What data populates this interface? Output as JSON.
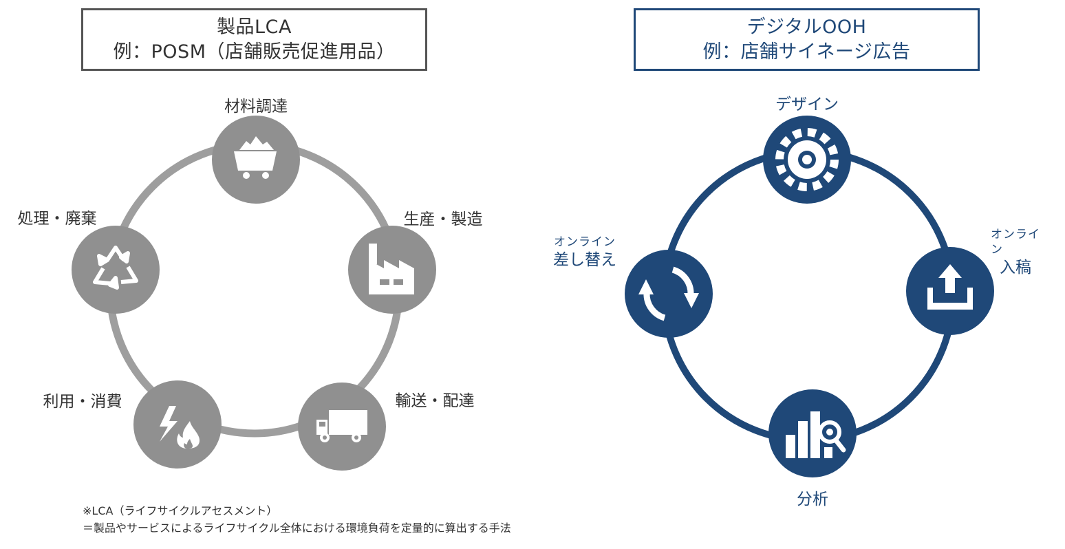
{
  "left": {
    "title_line1": "製品LCA",
    "title_line2": "例：POSM（店舗販売促進用品）",
    "stages": [
      {
        "label": "材料調達",
        "icon": "mine-cart-icon"
      },
      {
        "label": "生産・製造",
        "icon": "factory-icon"
      },
      {
        "label": "輸送・配達",
        "icon": "truck-icon"
      },
      {
        "label": "利用・消費",
        "icon": "energy-fire-icon"
      },
      {
        "label": "処理・廃棄",
        "icon": "recycle-icon"
      }
    ],
    "colors": {
      "ring": "#9e9e9e",
      "node": "#909090",
      "icon": "#ffffff"
    }
  },
  "right": {
    "title_line1": "デジタルOOH",
    "title_line2": "例：店舗サイネージ広告",
    "stages": [
      {
        "label": "デザイン",
        "icon": "gear-icon"
      },
      {
        "label_small": "オンライン",
        "label": "入稿",
        "icon": "upload-icon"
      },
      {
        "label": "分析",
        "icon": "analytics-icon"
      },
      {
        "label_small": "オンライン",
        "label": "差し替え",
        "icon": "refresh-icon"
      }
    ],
    "colors": {
      "ring": "#1f4878",
      "node": "#1f4878",
      "icon": "#ffffff"
    }
  },
  "footnote": {
    "line1": "※LCA（ライフサイクルアセスメント）",
    "line2": "＝製品やサービスによるライフサイクル全体における環境負荷を定量的に算出する手法"
  }
}
